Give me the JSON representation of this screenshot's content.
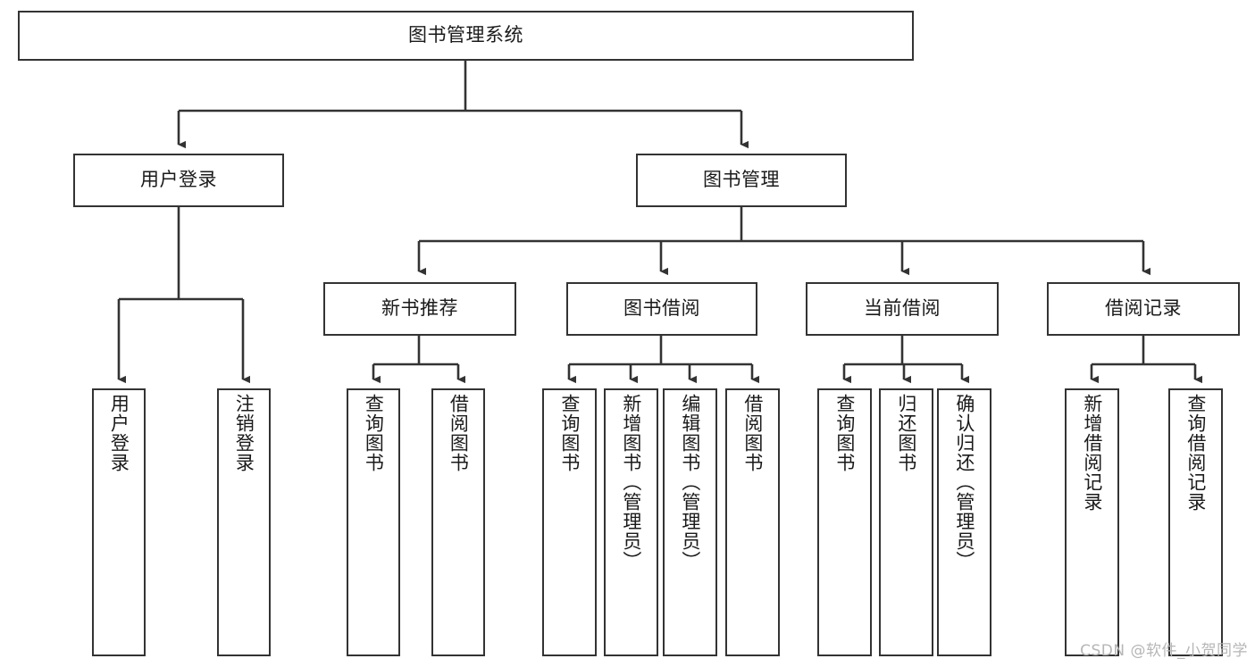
{
  "diagram": {
    "title": "图书管理系统",
    "watermark": "CSDN @软件_小贺同学",
    "line_color": "#333333",
    "box_border_color": "#333333",
    "box_fill_color": "#ffffff",
    "text_color": "#1a1a1a",
    "background_color": "#ffffff",
    "root": {
      "label": "图书管理系统"
    },
    "level2": [
      {
        "label": "用户登录"
      },
      {
        "label": "图书管理"
      }
    ],
    "level3": [
      {
        "label": "新书推荐"
      },
      {
        "label": "图书借阅"
      },
      {
        "label": "当前借阅"
      },
      {
        "label": "借阅记录"
      }
    ],
    "leaves": {
      "user_login": [
        {
          "label": "用户登录"
        },
        {
          "label": "注销登录"
        }
      ],
      "new_book_recommend": [
        {
          "label": "查询图书"
        },
        {
          "label": "借阅图书"
        }
      ],
      "book_borrow": [
        {
          "label": "查询图书"
        },
        {
          "label": "新增图书（管理员）"
        },
        {
          "label": "编辑图书（管理员）"
        },
        {
          "label": "借阅图书"
        }
      ],
      "current_borrow": [
        {
          "label": "查询图书"
        },
        {
          "label": "归还图书"
        },
        {
          "label": "确认归还（管理员）"
        }
      ],
      "borrow_record": [
        {
          "label": "新增借阅记录"
        },
        {
          "label": "查询借阅记录"
        }
      ]
    }
  }
}
